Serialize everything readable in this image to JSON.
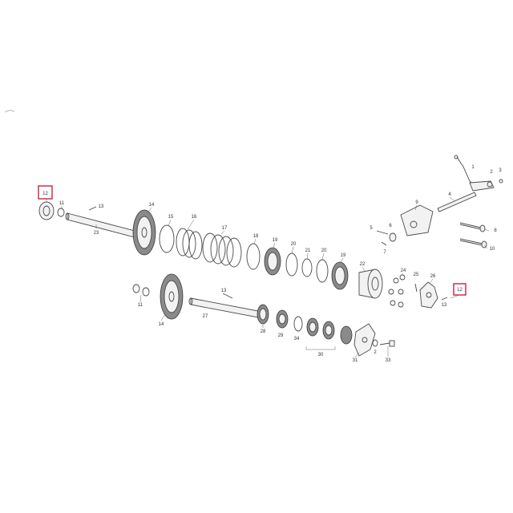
{
  "diagram": {
    "highlight_color": "#c8102e",
    "labels": {
      "p12a": "12",
      "p11a": "11",
      "p13a": "13",
      "p23": "23",
      "p14a": "14",
      "p15": "15",
      "p16": "16",
      "p17": "17",
      "p18": "18",
      "p19a": "19",
      "p20": "20",
      "p21": "21",
      "p20b": "20",
      "p19b": "19",
      "p22": "22",
      "p1": "1",
      "p2a": "2",
      "p3": "3",
      "p9": "9",
      "p4": "4",
      "p5": "5",
      "p6": "6",
      "p7": "7",
      "p8": "8",
      "p10": "10",
      "p24": "24",
      "p25": "25",
      "p26": "26",
      "p13b": "13",
      "p12b": "12",
      "p11b": "11",
      "p14b": "14",
      "p13c": "13",
      "p27": "27",
      "p28": "28",
      "p29": "29",
      "p34": "34",
      "p30": "30",
      "p31": "31",
      "p2b": "2",
      "p33": "33"
    }
  }
}
